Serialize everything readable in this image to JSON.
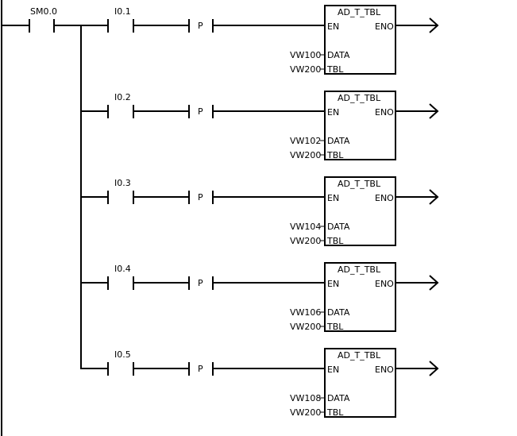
{
  "rails": {
    "left_power_rail": true
  },
  "main_contact": {
    "address": "SM0.0"
  },
  "rungs": [
    {
      "contact": "I0.1",
      "edge": "P",
      "block": "AD_T_TBL",
      "en": "EN",
      "eno": "ENO",
      "data_pin": "DATA",
      "tbl_pin": "TBL",
      "data": "VW100",
      "tbl": "VW200"
    },
    {
      "contact": "I0.2",
      "edge": "P",
      "block": "AD_T_TBL",
      "en": "EN",
      "eno": "ENO",
      "data_pin": "DATA",
      "tbl_pin": "TBL",
      "data": "VW102",
      "tbl": "VW200"
    },
    {
      "contact": "I0.3",
      "edge": "P",
      "block": "AD_T_TBL",
      "en": "EN",
      "eno": "ENO",
      "data_pin": "DATA",
      "tbl_pin": "TBL",
      "data": "VW104",
      "tbl": "VW200"
    },
    {
      "contact": "I0.4",
      "edge": "P",
      "block": "AD_T_TBL",
      "en": "EN",
      "eno": "ENO",
      "data_pin": "DATA",
      "tbl_pin": "TBL",
      "data": "VW106",
      "tbl": "VW200"
    },
    {
      "contact": "I0.5",
      "edge": "P",
      "block": "AD_T_TBL",
      "en": "EN",
      "eno": "ENO",
      "data_pin": "DATA",
      "tbl_pin": "TBL",
      "data": "VW108",
      "tbl": "VW200"
    }
  ]
}
